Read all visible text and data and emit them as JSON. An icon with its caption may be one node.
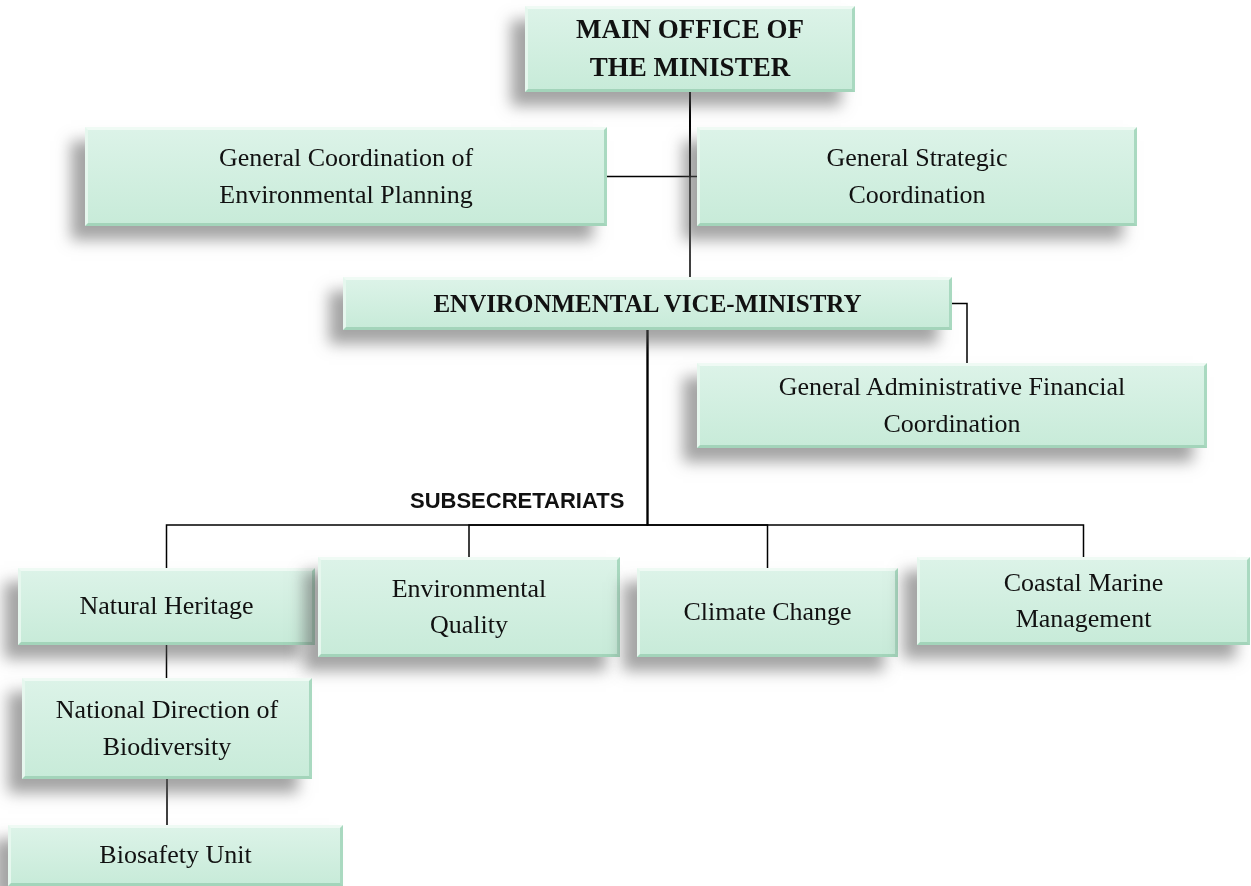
{
  "diagram": {
    "nodes": [
      {
        "text": [
          "MAIN OFFICE OF THE MINISTER"
        ]
      },
      {
        "text": [
          "General Coordination of Environmental Planning"
        ]
      },
      {
        "text": [
          "General Strategic Coordination"
        ]
      },
      {
        "text": [
          "ENVIRONMENTAL VICE-MINISTRY"
        ]
      },
      {
        "text": [
          "General Administrative Financial Coordination"
        ]
      },
      {
        "text": [
          "Natural Heritage"
        ]
      },
      {
        "text": [
          "Environmental Quality"
        ]
      },
      {
        "text": [
          "Climate Change"
        ]
      },
      {
        "text": [
          "Coastal Marine Management"
        ]
      },
      {
        "text": [
          "National Direction of Biodiversity"
        ]
      },
      {
        "text": [
          "Biosafety Unit"
        ]
      }
    ],
    "edges": [
      {
        "from": 0,
        "to": 1,
        "arrow": "none"
      },
      {
        "from": 0,
        "to": 2,
        "arrow": "none"
      },
      {
        "from": 0,
        "to": 3,
        "arrow": "none"
      },
      {
        "from": 3,
        "to": 4,
        "arrow": "none"
      },
      {
        "from": 3,
        "to": 5,
        "arrow": "none"
      },
      {
        "from": 3,
        "to": 6,
        "arrow": "none"
      },
      {
        "from": 3,
        "to": 7,
        "arrow": "none"
      },
      {
        "from": 3,
        "to": 8,
        "arrow": "none"
      },
      {
        "from": 5,
        "to": 9,
        "arrow": "none"
      },
      {
        "from": 9,
        "to": 10,
        "arrow": "none"
      }
    ],
    "labels": [
      "SUBSECRETARIATS"
    ]
  }
}
